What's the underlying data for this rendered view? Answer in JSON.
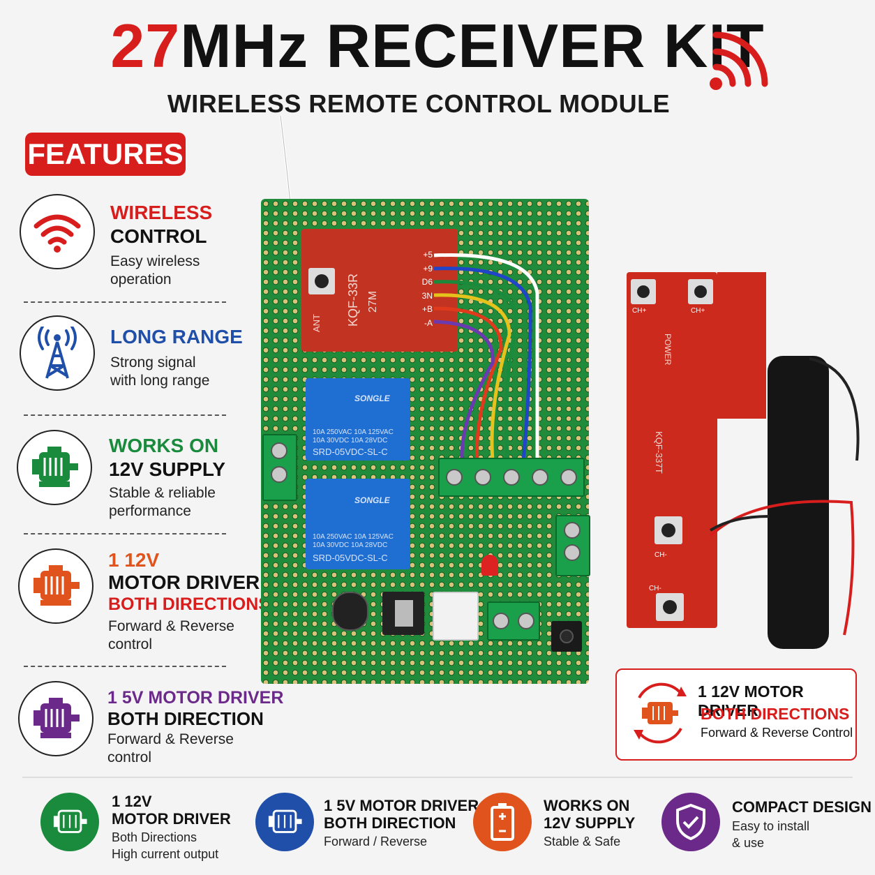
{
  "header": {
    "title_part1": "27",
    "title_part2": "MHz RECEIVER KIT",
    "subtitle": "WIRELESS REMOTE CONTROL MODULE"
  },
  "features_badge": "FEATURES",
  "features": [
    {
      "line1": "WIRELESS",
      "line2": "CONTROL",
      "desc1": "Easy wireless",
      "desc2": "operation",
      "color": "#d81d1d",
      "icon": "wifi-icon"
    },
    {
      "line1": "LONG RANGE",
      "line2": "",
      "desc1": "Strong signal",
      "desc2": "with long range",
      "color": "#1f4fa8",
      "icon": "antenna-tower-icon"
    },
    {
      "line1": "WORKS ON",
      "line2": "12V SUPPLY",
      "desc1": "Stable & reliable",
      "desc2": "performance",
      "color": "#1a8a3c",
      "icon": "motor-icon"
    },
    {
      "line1": "1 12V",
      "line2": "MOTOR DRIVER",
      "line3": "BOTH DIRECTIONS",
      "desc1": "Forward & Reverse",
      "desc2": "control",
      "color": "#e0531c",
      "icon": "motor-icon"
    },
    {
      "line1": "1 5V MOTOR DRIVER",
      "line2": "BOTH DIRECTION",
      "desc1": "Forward & Reverse",
      "desc2": "control",
      "color": "#6b2a8a",
      "icon": "motor-icon"
    }
  ],
  "board": {
    "module_label1": "KQF-33R",
    "module_label2": "27M",
    "ant_label": "ANT",
    "pins": [
      "+5",
      "+9",
      "D6",
      "3N",
      "+B",
      "-A"
    ],
    "relay_brand": "SONGLE",
    "relay_line1": "10A 250VAC  10A 125VAC",
    "relay_line2": "10A  30VDC  10A  28VDC",
    "relay_model": "SRD-05VDC-SL-C"
  },
  "remote": {
    "model": "KQF-337T",
    "power": "POWER",
    "buttons": [
      "CH+",
      "CH+",
      "CH-",
      "CH-"
    ]
  },
  "callout": {
    "line1": "1 12V MOTOR DRIVER",
    "line2": "BOTH DIRECTIONS",
    "line3": "Forward & Reverse Control"
  },
  "bottom": [
    {
      "t1": "1 12V",
      "t2": "MOTOR DRIVER",
      "d1": "Both Directions",
      "d2": "High current output",
      "color": "#1a8a3c"
    },
    {
      "t1": "1 5V MOTOR DRIVER",
      "t2": "BOTH DIRECTION",
      "d1": "Forward / Reverse",
      "d2": "",
      "color": "#1f4fa8"
    },
    {
      "t1": "WORKS ON",
      "t2": "12V SUPPLY",
      "d1": "Stable & Safe",
      "d2": "",
      "color": "#e0531c"
    },
    {
      "t1": "COMPACT DESIGN",
      "t2": "",
      "d1": "Easy to install",
      "d2": "& use",
      "color": "#6b2a8a"
    }
  ]
}
